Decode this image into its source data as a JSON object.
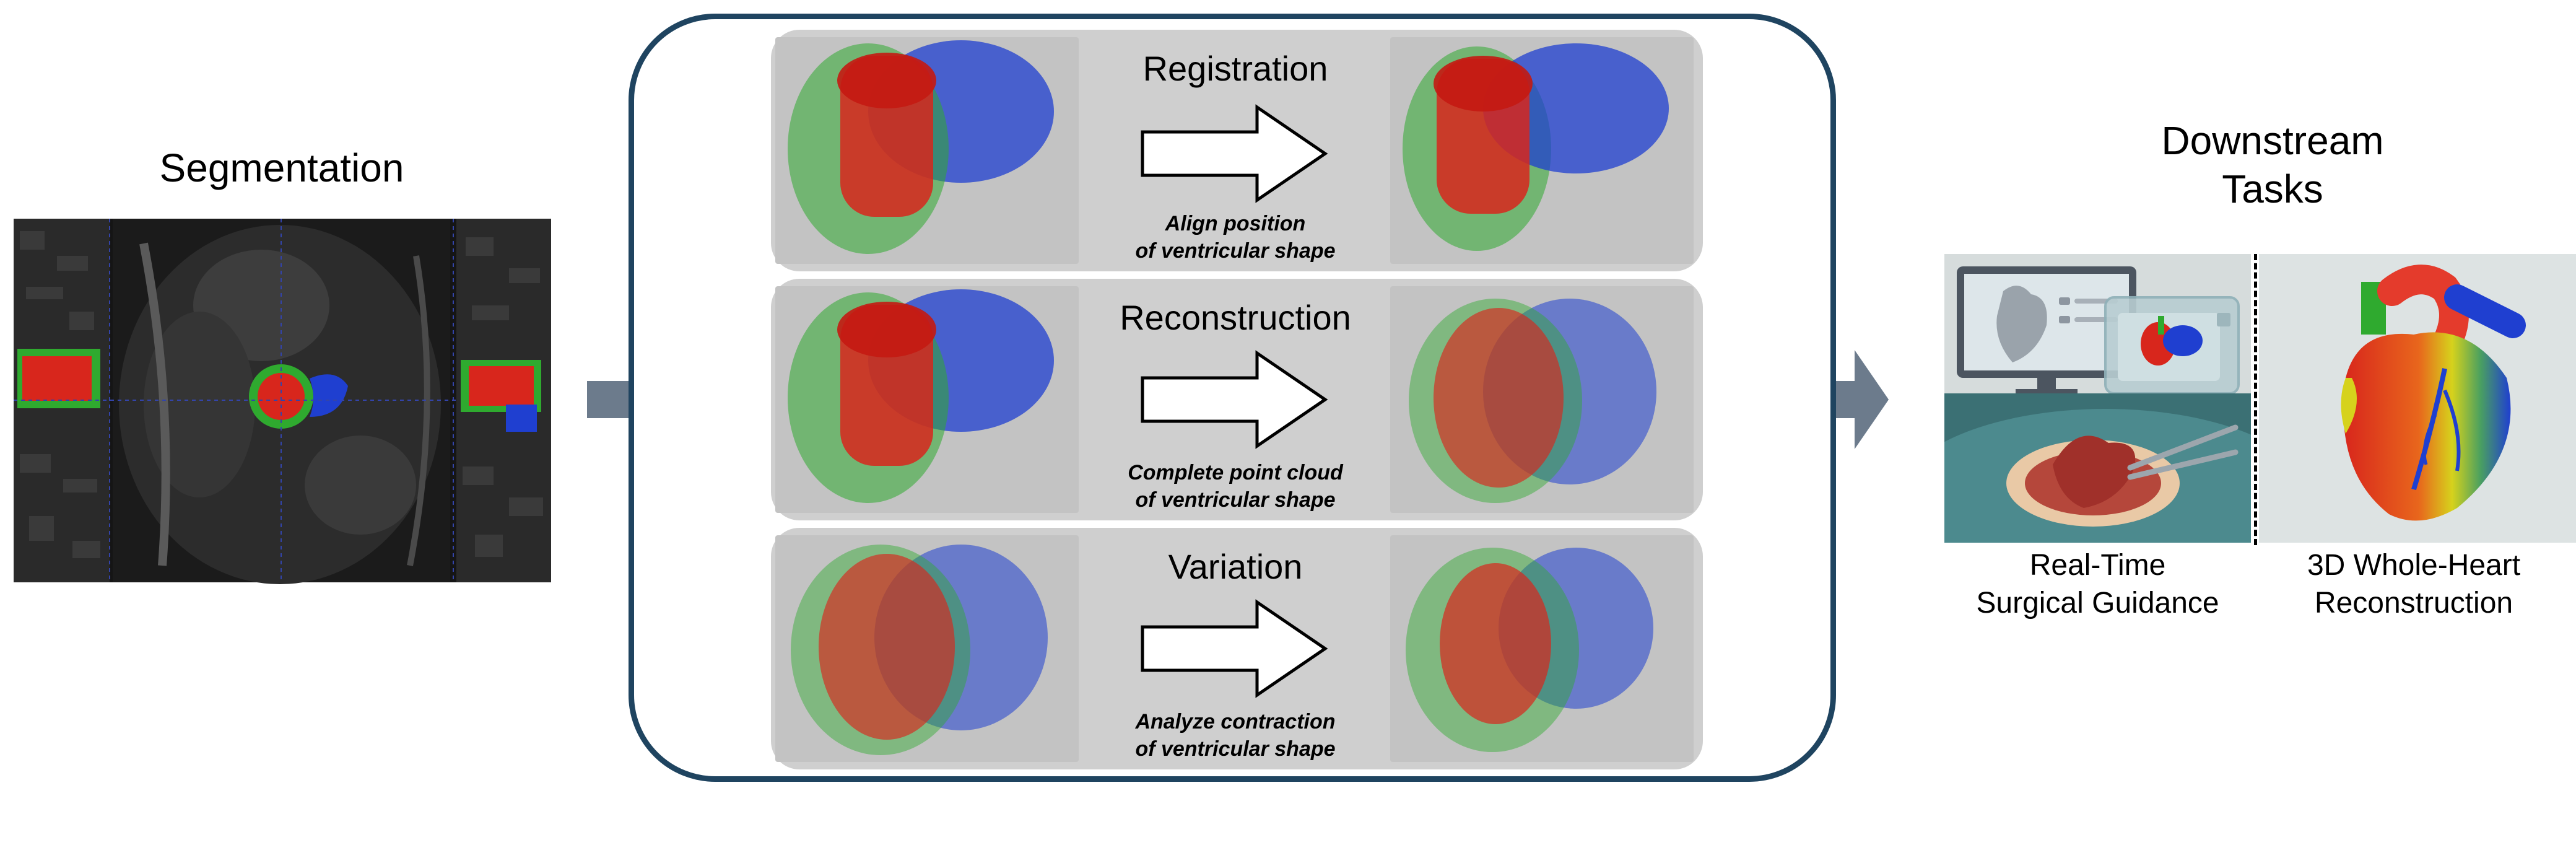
{
  "segmentation": {
    "title": "Segmentation"
  },
  "pipeline": {
    "rows": [
      {
        "label": "Registration",
        "note": [
          "Align position",
          "of ventricular shape"
        ]
      },
      {
        "label": "Reconstruction",
        "note": [
          "Complete point cloud",
          "of ventricular shape"
        ]
      },
      {
        "label": "Variation",
        "note": [
          "Analyze contraction",
          "of ventricular shape"
        ]
      }
    ]
  },
  "downstream": {
    "title": [
      "Downstream",
      "Tasks"
    ],
    "tasks": [
      {
        "caption": [
          "Real-Time",
          "Surgical Guidance"
        ],
        "icon": "surgical-guidance-illustration"
      },
      {
        "caption": [
          "3D Whole-Heart",
          "Reconstruction"
        ],
        "icon": "heart-model-illustration"
      }
    ]
  },
  "colors": {
    "left_ventricle": "#d8261c",
    "myocardium": "#2faa2f",
    "right_ventricle": "#1f3fd0",
    "flow_arrow": "#6c7b8c",
    "frame_border": "#1f4460",
    "row_bg": "#cfcfcf"
  }
}
